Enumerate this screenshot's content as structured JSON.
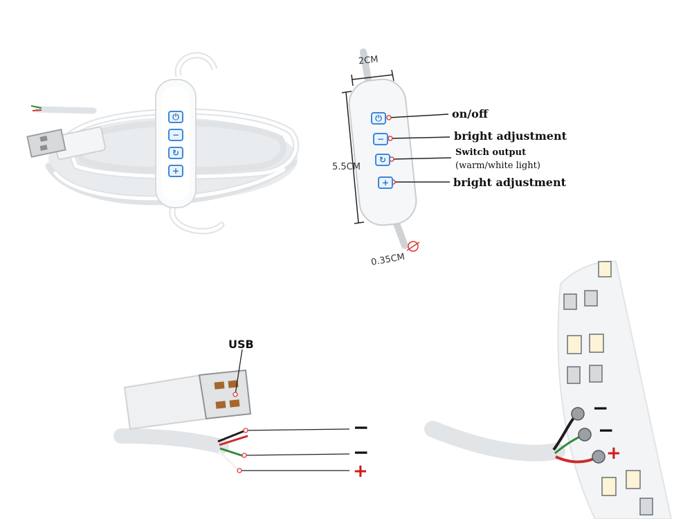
{
  "dimension_labels": {
    "width": "2CM",
    "length": "5.5CM",
    "cable_diameter": "0.35CM"
  },
  "button_callouts": [
    {
      "label": "on/off",
      "icon": "power-icon"
    },
    {
      "label": "bright adjustment",
      "icon": "minus-icon"
    },
    {
      "label": "Switch output",
      "sub": "(warm/white light)",
      "icon": "cycle-icon"
    },
    {
      "label": "bright adjustment",
      "icon": "plus-icon"
    }
  ],
  "usb_label": "USB",
  "wire_signs": {
    "usb_wires": [
      "−",
      "−",
      "+"
    ],
    "strip_wires": [
      "−",
      "−",
      "+"
    ]
  },
  "colors": {
    "button_blue": "#3b88d8",
    "plus_red": "#d01a1a",
    "callout_dot": "#e23b3b"
  }
}
